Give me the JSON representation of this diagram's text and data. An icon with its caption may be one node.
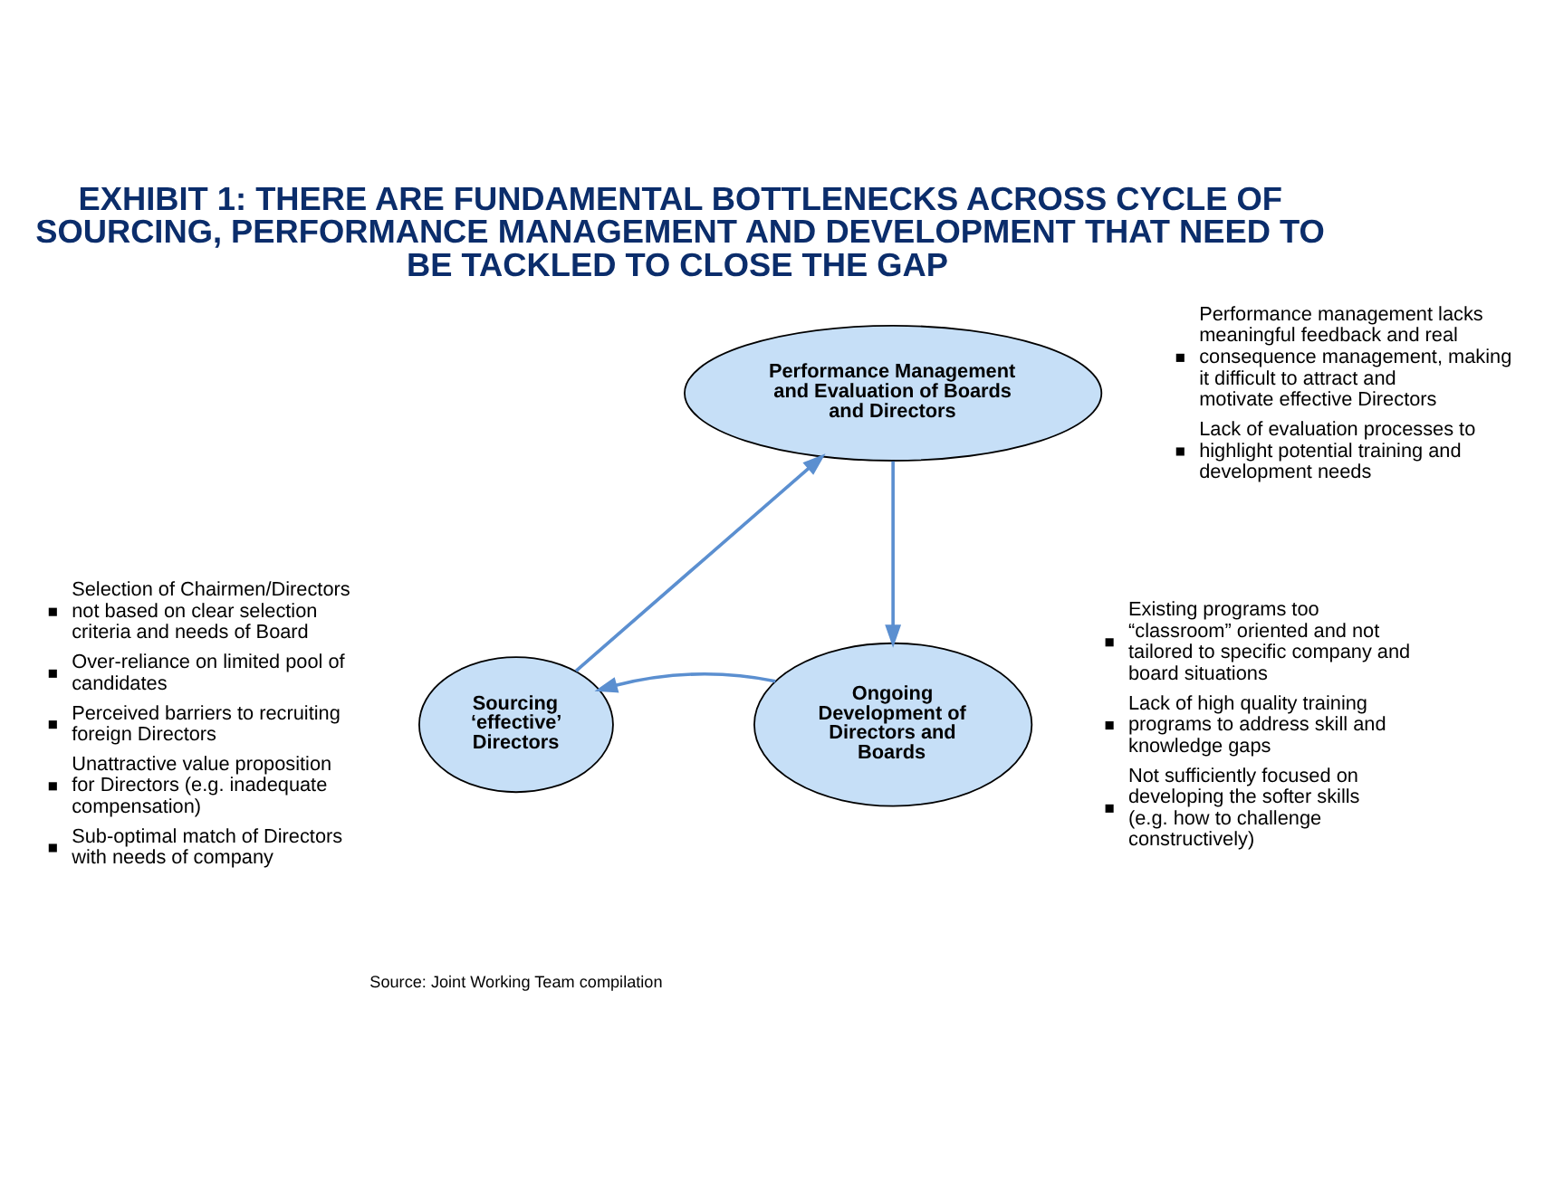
{
  "diagram": {
    "title": "EXHIBIT 1: THERE ARE FUNDAMENTAL BOTTLENECKS ACROSS CYCLE OF SOURCING, PERFORMANCE MANAGEMENT AND DEVELOPMENT THAT NEED TO BE TACKLED TO CLOSE THE GAP",
    "nodes": [
      {
        "text": [
          "Performance Management and Evaluation of Boards and Directors"
        ],
        "beside": [
          "Performance management lacks meaningful feedback and real consequence management, making it difficult to attract and motivate effective Directors",
          "Lack of evaluation processes to highlight potential training and development needs"
        ]
      },
      {
        "text": [
          "Ongoing Development of Directors and Boards"
        ],
        "beside": [
          "Existing programs too “classroom” oriented and not tailored to specific company and board situations",
          "Lack of high quality training programs to address skill and knowledge gaps",
          "Not sufficiently focused on developing the softer skills (e.g. how to challenge constructively)"
        ]
      },
      {
        "text": [
          "Sourcing ‘effective’ Directors"
        ],
        "beside": [
          "Selection of Chairmen/Directors not based on clear selection criteria and needs of Board",
          "Over-reliance on limited pool of candidates",
          "Perceived barriers to recruiting foreign Directors",
          "Unattractive value proposition for Directors (e.g. inadequate compensation)",
          "Sub-optimal match of Directors with needs of company"
        ]
      }
    ],
    "edges": [
      {
        "from": 0,
        "to": 1,
        "arrow": "to"
      },
      {
        "from": 1,
        "to": 2,
        "arrow": "to"
      },
      {
        "from": 2,
        "to": 0,
        "arrow": "to"
      }
    ],
    "labels": [
      "Source: Joint Working Team compilation"
    ]
  }
}
